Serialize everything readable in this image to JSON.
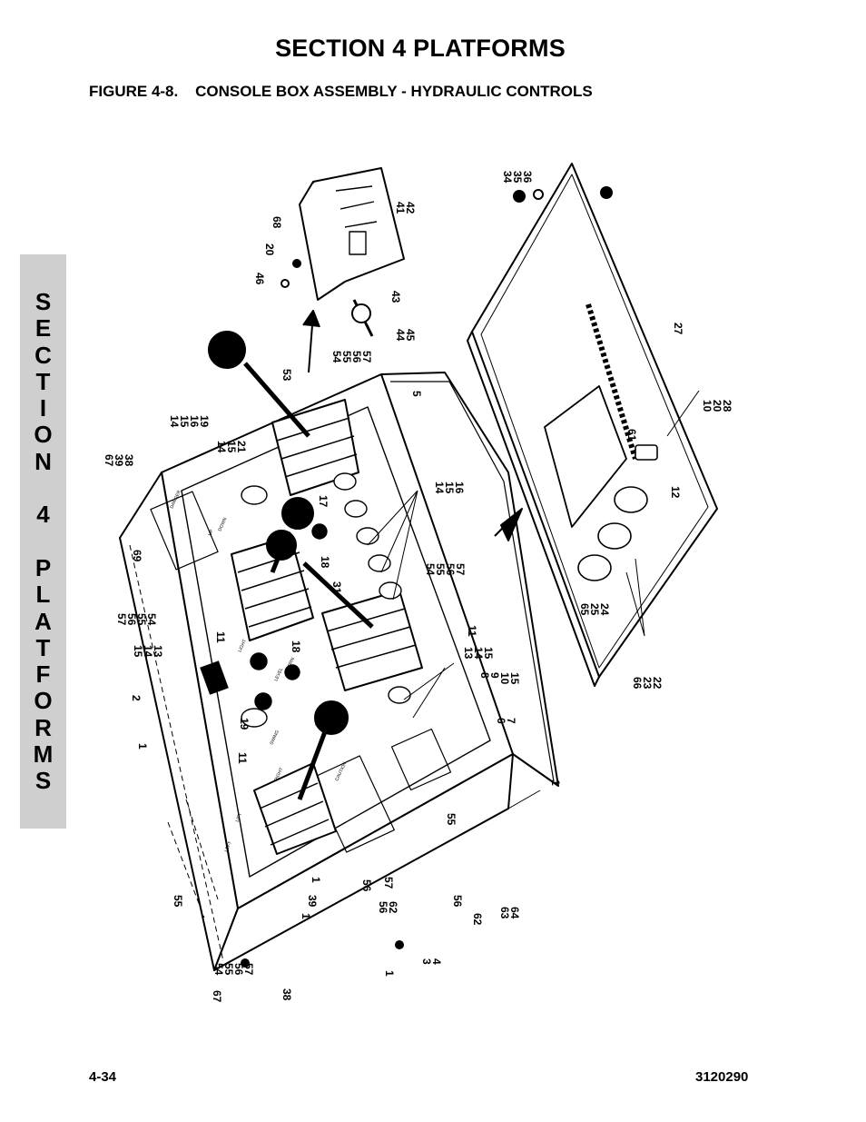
{
  "header": {
    "section_title": "SECTION 4  PLATFORMS",
    "figure_title": "FIGURE 4-8.    CONSOLE BOX ASSEMBLY - HYDRAULIC CONTROLS"
  },
  "side_tab": {
    "letters": [
      "S",
      "E",
      "C",
      "T",
      "I",
      "O",
      "N",
      "",
      "4",
      "",
      "P",
      "L",
      "A",
      "T",
      "F",
      "O",
      "R",
      "M",
      "S"
    ]
  },
  "footer": {
    "page_number": "4-34",
    "doc_number": "3120290"
  },
  "diagram": {
    "callouts": [
      [
        "34",
        "35",
        "36"
      ],
      [
        "41",
        "42"
      ],
      [
        "43"
      ],
      [
        "44",
        "45"
      ],
      [
        "46"
      ],
      [
        "20"
      ],
      [
        "68"
      ],
      [
        "53"
      ],
      [
        "54",
        "55",
        "56",
        "57"
      ],
      [
        "5"
      ],
      [
        "27"
      ],
      [
        "10",
        "20",
        "28"
      ],
      [
        "61"
      ],
      [
        "12"
      ],
      [
        "14",
        "15",
        "16",
        "19"
      ],
      [
        "14",
        "15",
        "21"
      ],
      [
        "67",
        "39",
        "38"
      ],
      [
        "17"
      ],
      [
        "14",
        "15",
        "16"
      ],
      [
        "69"
      ],
      [
        "18"
      ],
      [
        "31"
      ],
      [
        "54",
        "55",
        "56",
        "57"
      ],
      [
        "11"
      ],
      [
        "65",
        "25",
        "24"
      ],
      [
        "66",
        "23",
        "22"
      ],
      [
        "57",
        "56",
        "55",
        "54"
      ],
      [
        "15",
        "14",
        "13"
      ],
      [
        "11"
      ],
      [
        "18"
      ],
      [
        "13",
        "14",
        "15"
      ],
      [
        "8",
        "9",
        "10",
        "15"
      ],
      [
        "6",
        "7"
      ],
      [
        "2"
      ],
      [
        "19"
      ],
      [
        "1"
      ],
      [
        "11"
      ],
      [
        "1"
      ],
      [
        "55"
      ],
      [
        "56"
      ],
      [
        "57"
      ],
      [
        "55"
      ],
      [
        "56",
        "62"
      ],
      [
        "56"
      ],
      [
        "63",
        "64"
      ],
      [
        "62"
      ],
      [
        "1"
      ],
      [
        "39"
      ],
      [
        "1"
      ],
      [
        "3",
        "4"
      ],
      [
        "1"
      ],
      [
        "54",
        "55",
        "56",
        "57"
      ],
      [
        "67"
      ],
      [
        "38"
      ]
    ],
    "panel_labels": [
      "DANGER",
      "CAUTION",
      "LIFT",
      "SWING",
      "LEFT",
      "RIGHT",
      "HORN",
      "LIGHT",
      "LEVEL",
      "TELESCOPE",
      "UP",
      "DOWN"
    ]
  }
}
